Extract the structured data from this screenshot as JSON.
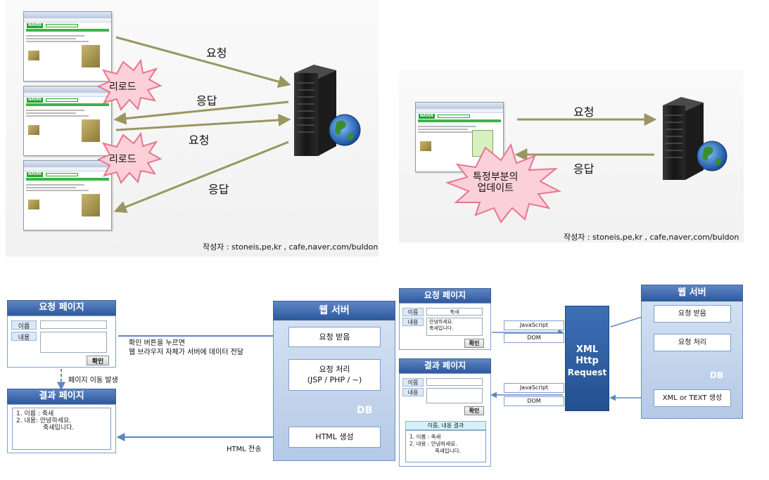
{
  "top_left": {
    "labels": {
      "request1": "요청",
      "response1": "응답",
      "request2": "요청",
      "response2": "응답"
    },
    "bursts": [
      "리로드",
      "리로드"
    ],
    "credit": "작성자 : stoneis,pe,kr , cafe,naver,com/buldon",
    "browser_logo": "NAVER"
  },
  "top_right": {
    "labels": {
      "request": "요청",
      "response": "응답"
    },
    "burst": [
      "특정부분의",
      "업데이트"
    ],
    "credit": "작성자 : stoneis,pe,kr , cafe,naver,com/buldon",
    "browser_logo": "NAVER"
  },
  "bottom_left": {
    "request_page": {
      "title": "요청 페이지",
      "name_label": "이름",
      "content_label": "내용",
      "confirm_button": "확인"
    },
    "annotation_lines": [
      "확인 버튼을 누르면",
      "웹 브라우저 자체가 서버에 데이터 전달"
    ],
    "page_move": "페이지 이동 발생",
    "result_page": {
      "title": "결과 페이지",
      "lines": [
        "1.  이름 :  축새",
        "2.  내용: 안녕하세요.",
        "축새입니다."
      ]
    },
    "web_server": {
      "title": "웹 서버",
      "step1": "요청 받음",
      "step2_lines": [
        "요청 처리",
        "(JSP / PHP / ~)"
      ],
      "db": "DB",
      "step3": "HTML 생성"
    },
    "html_transfer": "HTML 전송"
  },
  "bottom_right": {
    "request_page": {
      "title": "요청 페이지",
      "name_label": "이름",
      "name_value": "축새",
      "content_label": "내용",
      "content_lines": [
        "안녕하세요.",
        "축새입니다."
      ],
      "confirm_button": "확인"
    },
    "result_page": {
      "title": "결과 페이지",
      "name_label": "이름",
      "content_label": "내용",
      "confirm_button": "확인",
      "result_header": "이름, 내용 결과",
      "result_lines": [
        "1.   이름 : 축새",
        "2.   내용 : 안녕하세요.",
        "축새입니다."
      ]
    },
    "tags_top": [
      "JavaScript",
      "DOM"
    ],
    "tags_bottom": [
      "JavaScript",
      "DOM"
    ],
    "xhr_lines": [
      "XML",
      "Http",
      "Request"
    ],
    "web_server": {
      "title": "웹 서버",
      "step1": "요청 받음",
      "step2": "요청 처리",
      "db": "DB",
      "step3": "XML or TEXT 생성"
    }
  },
  "colors": {
    "arrow_olive": "#9a9660",
    "box_blue": "#2e5a9e",
    "light_blue": "#b4c9e6",
    "burst_pink": "#fbd0d8",
    "burst_red": "#e9758d"
  }
}
